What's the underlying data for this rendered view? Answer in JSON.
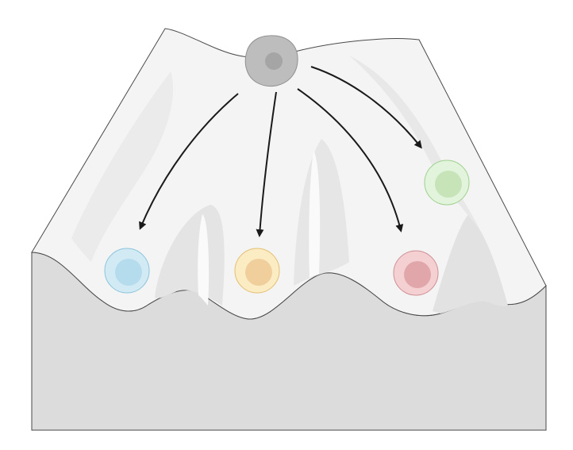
{
  "figure": {
    "title": "",
    "colors": {
      "surface": "#f4f4f4",
      "surface_shade": "#e2e2e2",
      "base": "#dcdcdc",
      "outline": "#4a4a4a",
      "arrow": "#1a1a1a"
    }
  },
  "cells": [
    {
      "id": "stem-cell",
      "fill": "#bdbdbd",
      "nucleus": "#a5a5a5",
      "stroke": "#8f8f8f"
    },
    {
      "id": "blue-cell",
      "fill": "#d2eaf4",
      "nucleus": "#b4dced",
      "stroke": "#8cc4dc"
    },
    {
      "id": "yellow-cell",
      "fill": "#fbecc4",
      "nucleus": "#f0cf9d",
      "stroke": "#e3bf73"
    },
    {
      "id": "red-cell",
      "fill": "#f4d0d2",
      "nucleus": "#e1a6aa",
      "stroke": "#cf8f94"
    },
    {
      "id": "green-cell",
      "fill": "#e3f4dc",
      "nucleus": "#c7e4b9",
      "stroke": "#9fd08f"
    }
  ],
  "arrows": [
    {
      "from": "stem-cell",
      "to": "blue-cell"
    },
    {
      "from": "stem-cell",
      "to": "yellow-cell"
    },
    {
      "from": "stem-cell",
      "to": "red-cell"
    },
    {
      "from": "stem-cell",
      "to": "green-cell"
    }
  ]
}
